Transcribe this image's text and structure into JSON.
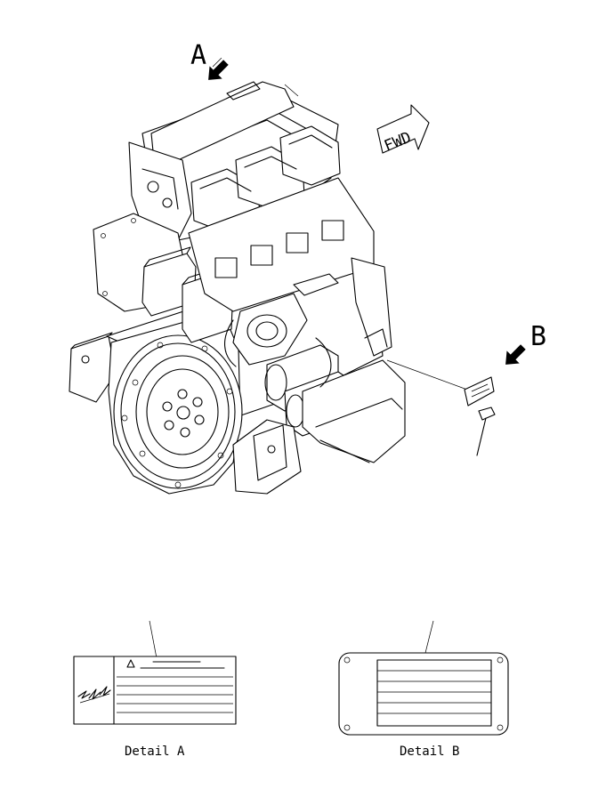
{
  "labels": {
    "view_a": "A",
    "view_b": "B",
    "fwd": "FWD",
    "detail_a": "Detail A",
    "detail_b": "Detail B"
  },
  "colors": {
    "ink": "#000000",
    "paper": "#ffffff"
  }
}
